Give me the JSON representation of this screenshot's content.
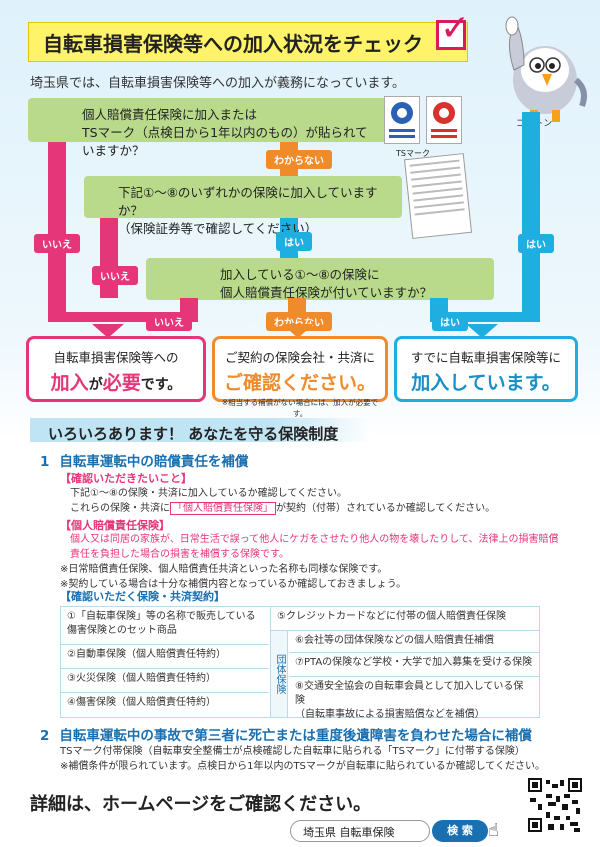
{
  "header": {
    "title": "自転車損害保険等への加入状況をチェック",
    "mascot_name": "コバトン",
    "subtitle": "埼玉県では、自転車損害保険等への加入が義務になっています。"
  },
  "flow": {
    "q1": [
      "個人賠償責任保険に加入または",
      "TSマーク（点検日から1年以内のもの）が貼られていますか？"
    ],
    "ts_mark_label": "TSマーク",
    "q2": [
      "下記①～⑧のいずれかの保険に加入していますか？",
      "（保険証券等で確認してください）"
    ],
    "q3": [
      "加入している①～⑧の保険に",
      "個人賠償責任保険が付いていますか？"
    ],
    "tags": {
      "wakaranai1": "わからない",
      "iie1": "いいえ",
      "hai1": "はい",
      "iie2": "いいえ",
      "hai2": "はい",
      "iie3": "いいえ",
      "wakaranai2": "わからない",
      "hai3": "はい"
    },
    "results": {
      "pink_line1": "自転車損害保険等への",
      "pink_big_a": "加入",
      "pink_big_b": "が",
      "pink_big_c": "必要",
      "pink_big_d": "です。",
      "orange_line1": "ご契約の保険会社・共済に",
      "orange_big": "ご確認ください。",
      "orange_note": "※相当する補償がない場合には、加入が必要です。",
      "blue_line1": "すでに自転車損害保険等に",
      "blue_big": "加入しています。"
    }
  },
  "section": {
    "title": "いろいろあります！ あなたを守る保険制度",
    "h1_num": "1",
    "h1_text": "自転車運転中の賠償責任を補償",
    "confirm_label": "【確認いただきたいこと】",
    "confirm_line1": "下記①～⑧の保険・共済に加入しているか確認してください。",
    "confirm_line2a": "これらの保険・共済に",
    "confirm_line2b": "「個人賠償責任保険」",
    "confirm_line2c": "が契約（付帯）されているか確認してください。",
    "liability_label": "【個人賠償責任保険】",
    "liability_text1": "個人又は同居の家族が、日常生活で誤って他人にケガをさせたり他人の物を壊したりして、法律上の損害賠償",
    "liability_text2": "責任を負担した場合の損害を補償する保険です。",
    "note1": "※日常賠償責任保険、個人賠償責任共済といった名称も同様な保険です。",
    "note2": "※契約している場合は十分な補償内容となっているか確認しておきましょう。",
    "types_label": "【確認いただく保険・共済契約】",
    "types_left": [
      "①「自転車保険」等の名称で販売している\n傷害保険とのセット商品",
      "②自動車保険（個人賠償責任特約）",
      "③火災保険（個人賠償責任特約）",
      "④傷害保険（個人賠償責任特約）"
    ],
    "types_right": [
      "⑤クレジットカードなどに付帯の個人賠償責任保険",
      "⑥会社等の団体保険などの個人賠償責任補償",
      "⑦PTAの保険など学校・大学で加入募集を受ける保険",
      "⑧交通安全協会の自転車会員として加入している保険\n（自転車事故による損害賠償などを補償）"
    ],
    "group_label": "団体保険",
    "h2_num": "2",
    "h2_text": "自転車運転中の事故で第三者に死亡または重度後遺障害を負わせた場合に補償",
    "ts_text": "TSマーク付帯保険（自転車安全整備士が点検確認した自転車に貼られる「TSマーク」に付帯する保険）",
    "ts_note": "※補償条件が限られています。点検日から1年以内のTSマークが自転車に貼られているか確認してください。"
  },
  "footer": {
    "title": "詳細は、ホームページをご確認ください。",
    "search_value": "埼玉県 自転車保険",
    "search_button": "検 索"
  },
  "colors": {
    "pink": "#e5367a",
    "orange": "#f08b2b",
    "blue": "#1eaee0",
    "green": "#b9da8b",
    "yellow": "#fff36a"
  }
}
